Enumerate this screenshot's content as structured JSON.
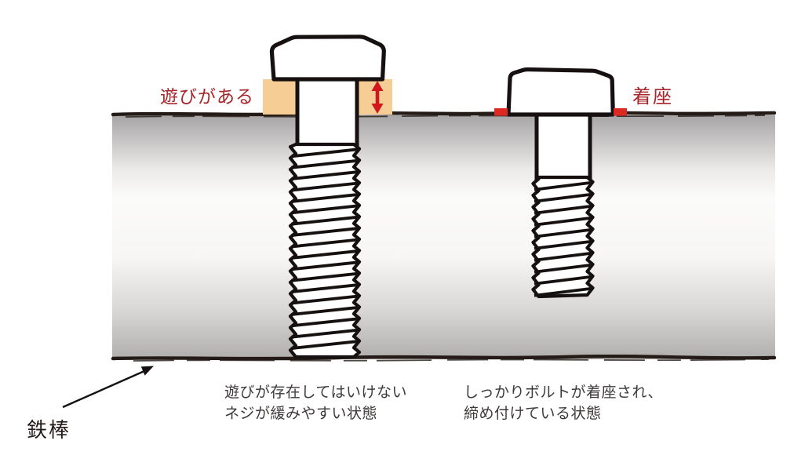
{
  "diagram": {
    "title_context": "bolt-seating-diagram",
    "left_bolt": {
      "label": "遊びがある",
      "caption_line1": "遊びが存在してはいけない",
      "caption_line2": "ネジが緩みやすい状態"
    },
    "right_bolt": {
      "label": "着座",
      "caption_line1": "しっかりボルトが着座され、",
      "caption_line2": "締め付けている状態"
    },
    "bar_label": "鉄棒"
  },
  "colors": {
    "label_red": "#a6262a",
    "gap_highlight_orange": "#f6ce95",
    "gap_arrow_red": "#d2171c",
    "seat_marker_red": "#dc2a22",
    "caption_gray": "#3e3a39",
    "outline_black": "#161110",
    "bar_gray_top": "#a6a4a4",
    "bar_gray_bottom": "#b0aeac"
  },
  "icons": {
    "gap_arrow": "double-headed-vertical-arrow",
    "bar_pointer": "pointer-arrow"
  }
}
